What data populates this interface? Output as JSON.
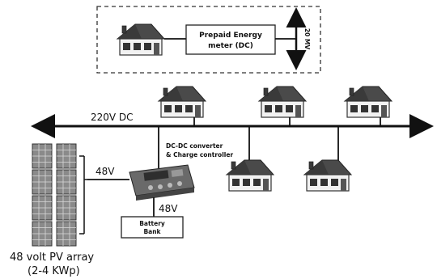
{
  "prepaid_meter": {
    "line1": "Prepaid Energy",
    "line2": "meter (DC)",
    "vertical_label": "20 MV"
  },
  "bus": {
    "voltage_label": "220V DC"
  },
  "converter": {
    "line1": "DC-DC converter",
    "line2": "& Charge controller"
  },
  "links": {
    "pv_to_converter": "48V",
    "converter_to_battery": "48V"
  },
  "battery": {
    "line1": "Battery",
    "line2": "Bank"
  },
  "pv_array": {
    "line1": "48 volt PV array",
    "line2": "(2-4 KWp)"
  }
}
